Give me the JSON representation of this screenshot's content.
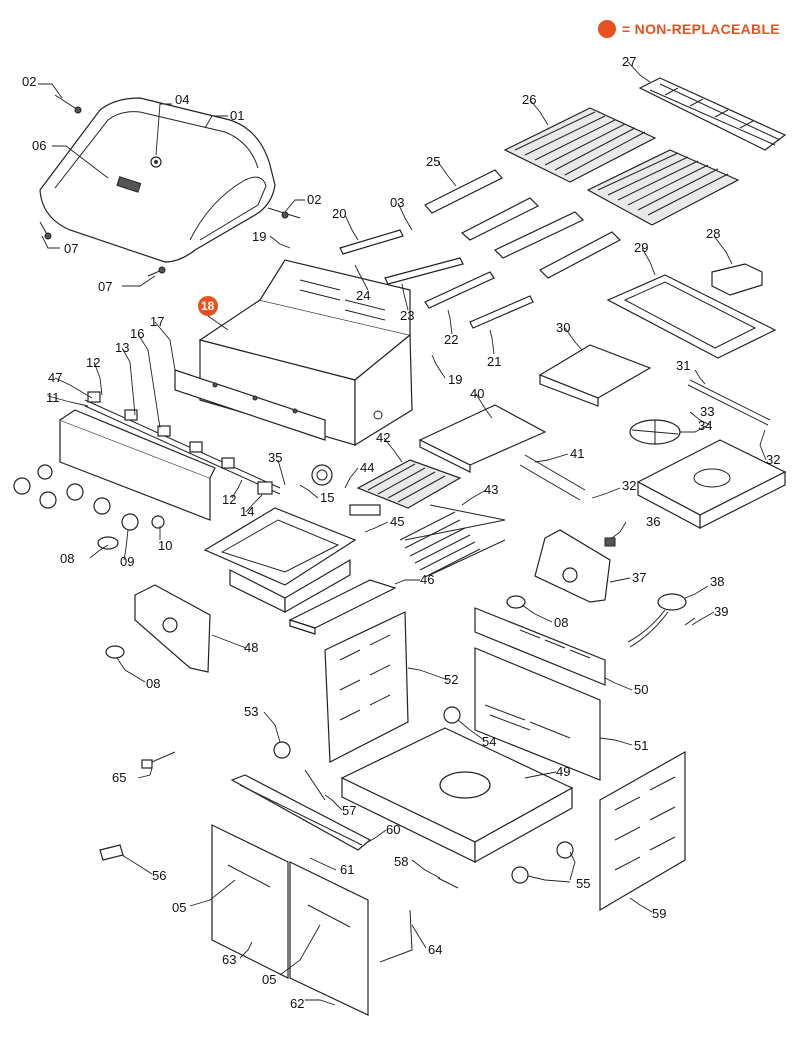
{
  "legend": {
    "text": "= NON-REPLACEABLE",
    "color": "#e8501e"
  },
  "colors": {
    "line": "#222222",
    "accent": "#e8501e",
    "fill": "#ffffff"
  },
  "parts": {
    "p01": "01",
    "p02a": "02",
    "p02b": "02",
    "p03": "03",
    "p04": "04",
    "p05a": "05",
    "p05b": "05",
    "p06": "06",
    "p07a": "07",
    "p07b": "07",
    "p08a": "08",
    "p08b": "08",
    "p08c": "08",
    "p09": "09",
    "p10": "10",
    "p11": "11",
    "p12a": "12",
    "p12b": "12",
    "p13": "13",
    "p14": "14",
    "p15": "15",
    "p16": "16",
    "p17": "17",
    "p18": "18",
    "p19a": "19",
    "p19b": "19",
    "p20": "20",
    "p21": "21",
    "p22": "22",
    "p23": "23",
    "p24": "24",
    "p25": "25",
    "p26": "26",
    "p27": "27",
    "p28": "28",
    "p29": "29",
    "p30": "30",
    "p31": "31",
    "p32a": "32",
    "p32b": "32",
    "p33": "33",
    "p34": "34",
    "p35": "35",
    "p36": "36",
    "p37": "37",
    "p38": "38",
    "p39": "39",
    "p40": "40",
    "p41": "41",
    "p42": "42",
    "p43": "43",
    "p44": "44",
    "p45": "45",
    "p46": "46",
    "p47": "47",
    "p48": "48",
    "p49": "49",
    "p50": "50",
    "p51": "51",
    "p52": "52",
    "p53": "53",
    "p54": "54",
    "p55": "55",
    "p56": "56",
    "p57": "57",
    "p58": "58",
    "p59": "59",
    "p60": "60",
    "p61": "61",
    "p62": "62",
    "p63": "63",
    "p64": "64",
    "p65": "65"
  }
}
